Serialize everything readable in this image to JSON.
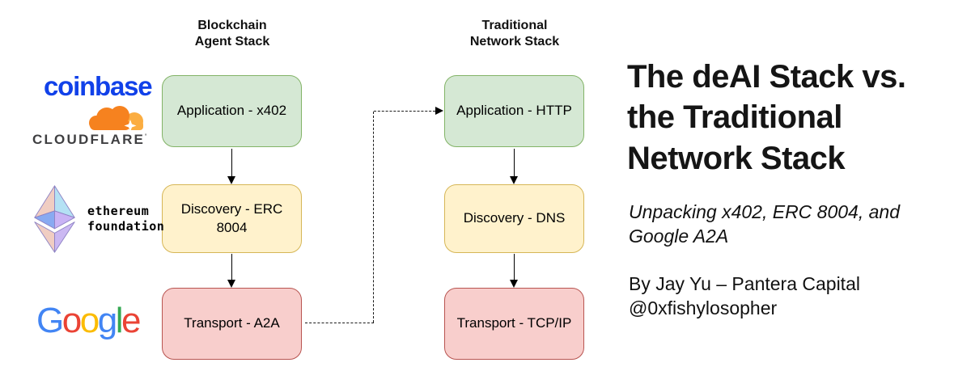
{
  "logos": {
    "coinbase": {
      "text": "coinbase",
      "color": "#1141E9"
    },
    "cloudflare": {
      "text": "CLOUDFLARE",
      "tm": "'",
      "cloud_main": "#F6821F",
      "cloud_light": "#FBAD41",
      "text_color": "#3F3F41"
    },
    "ethereum_foundation": {
      "text": "ethereum\nfoundation",
      "diamond_colors": {
        "peach": "#F0CDC2",
        "cyan": "#B4E1F4",
        "blue": "#88AAF1",
        "purple": "#C9B3F5",
        "lavender": "#CBB8F2"
      }
    },
    "google": {
      "letters": [
        {
          "ch": "G",
          "color": "#4285F4"
        },
        {
          "ch": "o",
          "color": "#EA4335"
        },
        {
          "ch": "o",
          "color": "#FBBC05"
        },
        {
          "ch": "g",
          "color": "#4285F4"
        },
        {
          "ch": "l",
          "color": "#34A853"
        },
        {
          "ch": "e",
          "color": "#EA4335"
        }
      ]
    }
  },
  "diagram": {
    "columns": [
      {
        "header": "Blockchain\nAgent Stack",
        "boxes": [
          {
            "label": "Application - x402",
            "fill": "#D5E8D4",
            "border": "#82B366"
          },
          {
            "label": "Discovery - ERC 8004",
            "fill": "#FFF2CC",
            "border": "#D6B656"
          },
          {
            "label": "Transport - A2A",
            "fill": "#F8CECC",
            "border": "#B85450"
          }
        ]
      },
      {
        "header": "Traditional\nNetwork Stack",
        "boxes": [
          {
            "label": "Application - HTTP",
            "fill": "#D5E8D4",
            "border": "#82B366"
          },
          {
            "label": "Discovery - DNS",
            "fill": "#FFF2CC",
            "border": "#D6B656"
          },
          {
            "label": "Transport - TCP/IP",
            "fill": "#F8CECC",
            "border": "#B85450"
          }
        ]
      }
    ]
  },
  "text_panel": {
    "title": "The deAI Stack vs.\nthe Traditional\nNetwork Stack",
    "subtitle": "Unpacking x402, ERC 8004, and\nGoogle A2A",
    "byline": "By Jay Yu – Pantera Capital\n@0xfishylosopher"
  }
}
